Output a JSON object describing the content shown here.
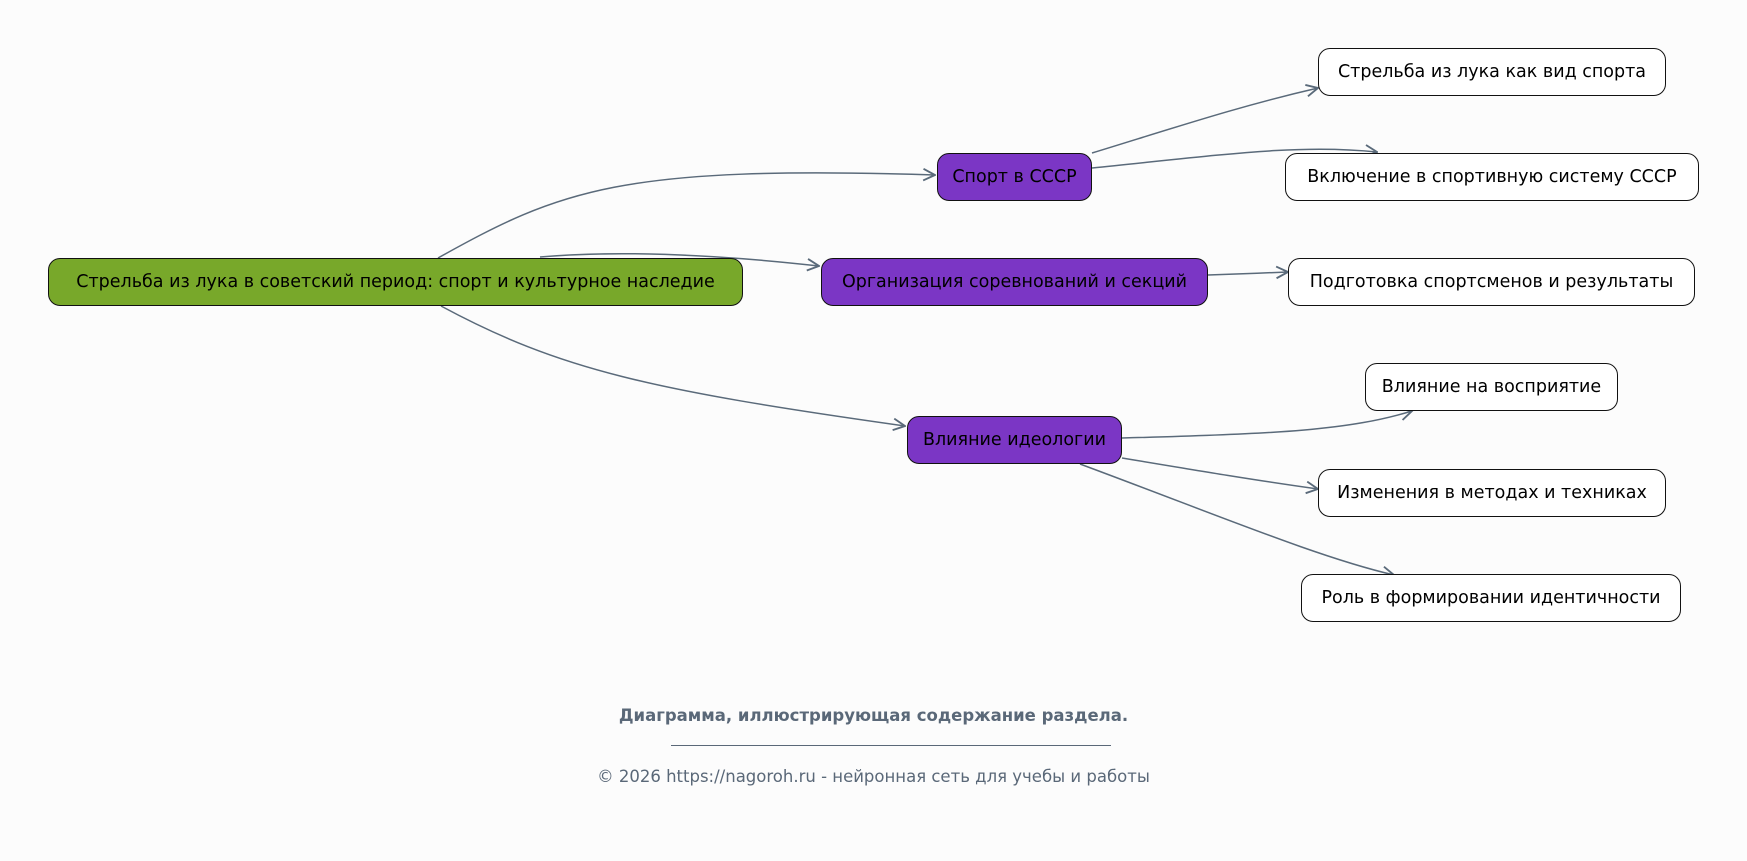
{
  "diagram": {
    "root": "Стрельба из лука в советский период: спорт и культурное наследие",
    "branches": [
      {
        "label": "Спорт в СССР",
        "children": [
          "Стрельба из лука как вид спорта",
          "Включение в спортивную систему СССР"
        ]
      },
      {
        "label": "Организация соревнований и секций",
        "children": [
          "Подготовка спортсменов и результаты"
        ]
      },
      {
        "label": "Влияние идеологии",
        "children": [
          "Влияние на восприятие",
          "Изменения в методах и техниках",
          "Роль в формировании идентичности"
        ]
      }
    ]
  },
  "caption": "Диаграмма, иллюстрирующая содержание раздела.",
  "footer": "© 2026 https://nagoroh.ru - нейронная сеть для учебы и работы",
  "colors": {
    "root": "#78a82a",
    "branch": "#7b36c5",
    "leaf": "#ffffff",
    "edge": "#5a6a7a"
  }
}
